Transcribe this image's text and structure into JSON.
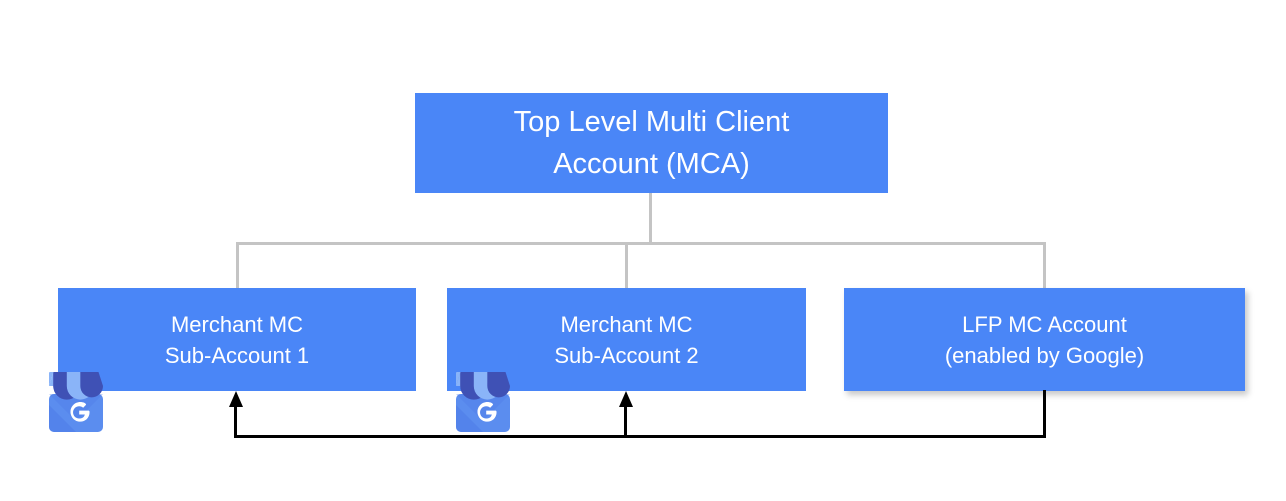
{
  "diagram": {
    "title_semantic": "google-merchant-center-account-hierarchy",
    "colors": {
      "node_fill": "#4a86f7",
      "node_text": "#ffffff",
      "tree_connector": "#c4c4c4",
      "feedback_connector": "#000000",
      "background": "#ffffff",
      "icon_awning_light": "#8ab4f8",
      "icon_awning_dark": "#3f51b5",
      "icon_body": "#5b8def"
    },
    "nodes": [
      {
        "id": "top-level-mca",
        "lines": [
          "Top Level Multi Client",
          "Account (MCA)"
        ]
      },
      {
        "id": "merchant-mc-sub-account-1",
        "lines": [
          "Merchant MC",
          "Sub-Account 1"
        ],
        "icon": "google-business-profile-storefront-icon"
      },
      {
        "id": "merchant-mc-sub-account-2",
        "lines": [
          "Merchant MC",
          "Sub-Account 2"
        ],
        "icon": "google-business-profile-storefront-icon"
      },
      {
        "id": "lfp-mc-account",
        "lines": [
          "LFP MC Account",
          "(enabled by Google)"
        ]
      }
    ],
    "connectors": {
      "tree": "top-level-mca branches down to the three child accounts",
      "feedback": "lfp-mc-account feeds arrows up into merchant-mc-sub-account-1 and merchant-mc-sub-account-2"
    }
  }
}
